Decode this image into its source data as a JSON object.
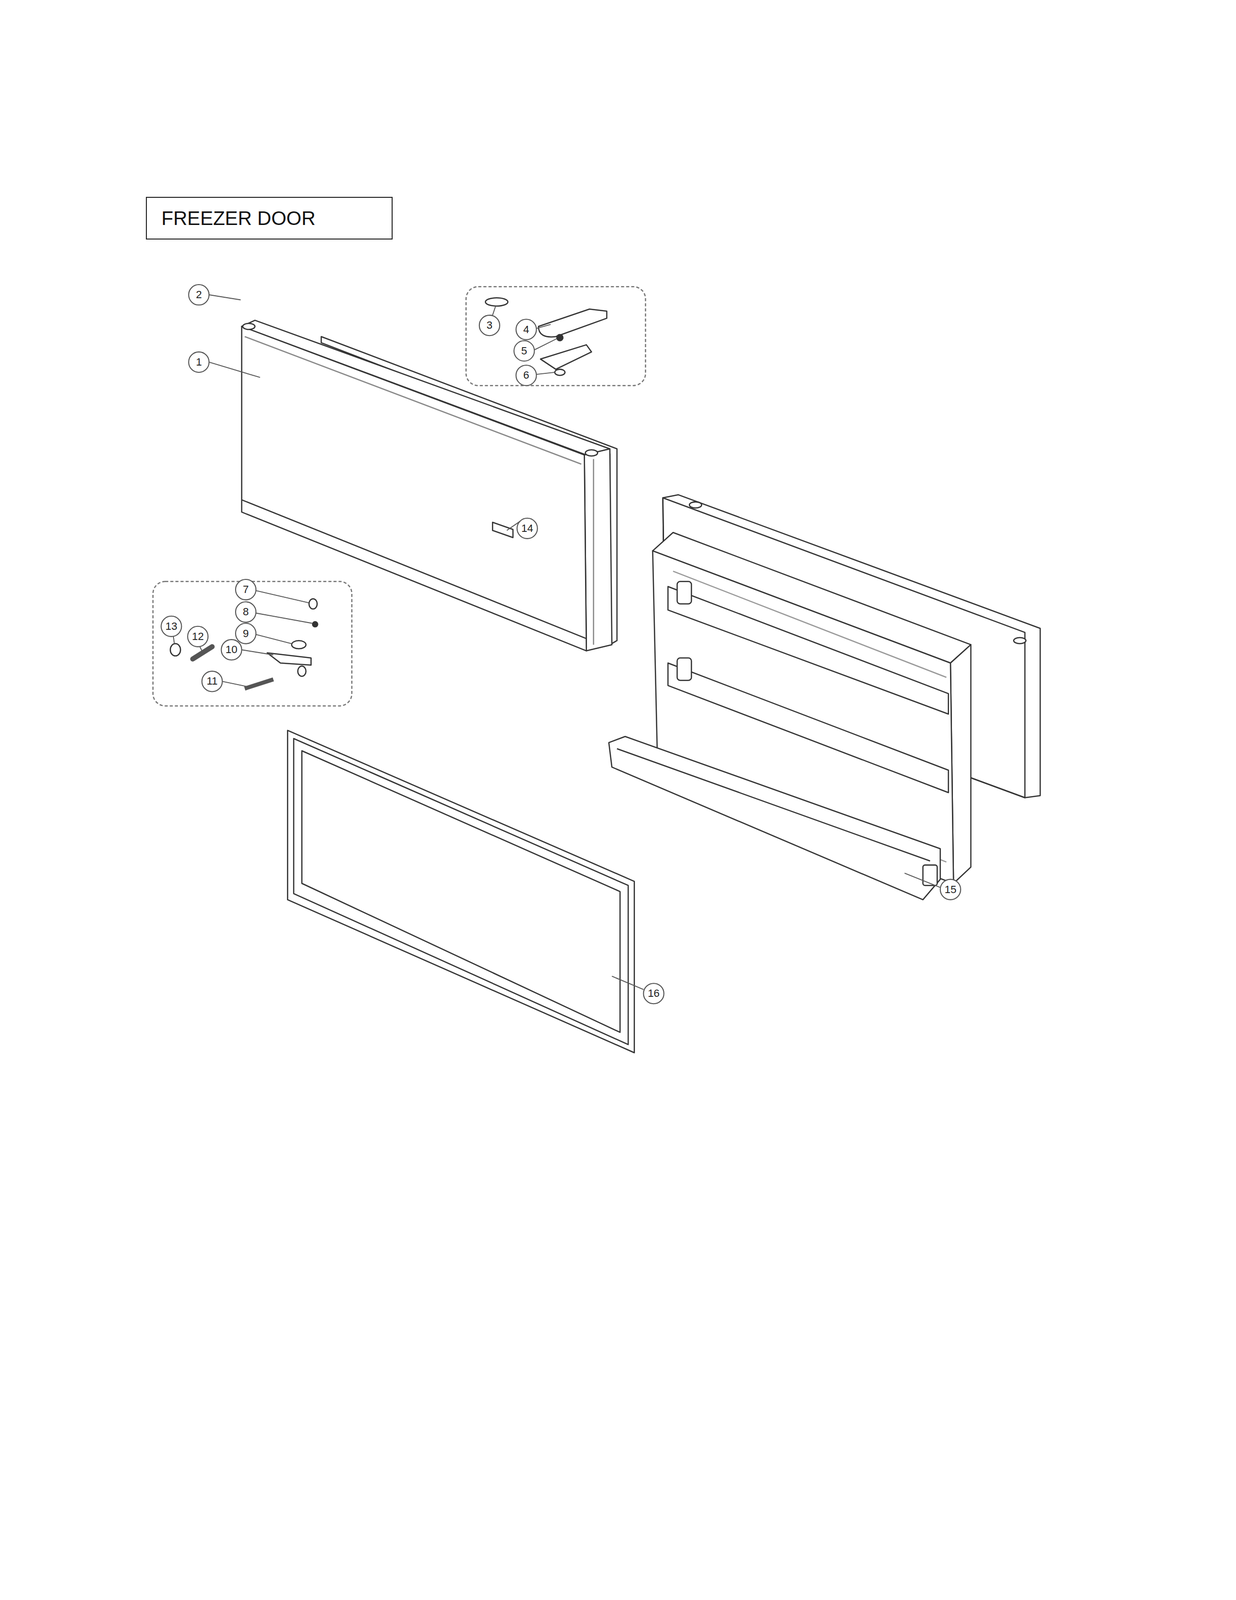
{
  "diagram": {
    "title": "FREEZER DOOR",
    "labels": [
      "2",
      "1",
      "3",
      "4",
      "5",
      "6",
      "14",
      "7",
      "8",
      "13",
      "9",
      "12",
      "10",
      "11",
      "15",
      "16"
    ]
  }
}
